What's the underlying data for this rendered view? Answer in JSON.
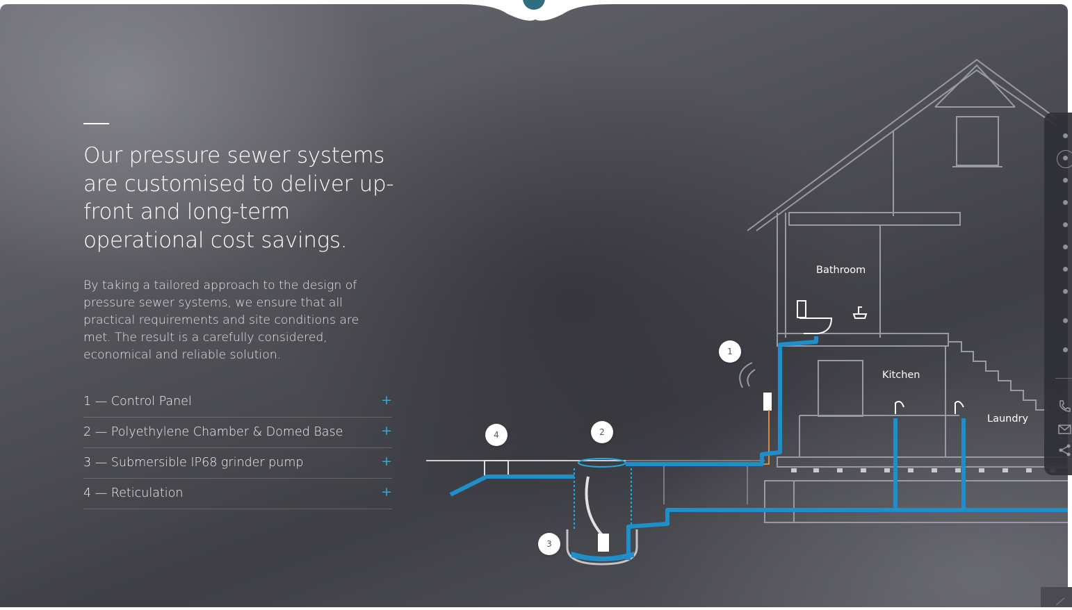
{
  "hero": {
    "heading": "Our pressure sewer systems are customised to deliver up-front and long-term operational cost savings.",
    "intro": "By taking a tailored approach to the design of pressure sewer systems, we ensure that all practical requirements and site conditions are met. The result is a carefully considered, economical and reliable solution."
  },
  "components": [
    {
      "label": "1 — Control Panel",
      "toggle": "+"
    },
    {
      "label": "2 — Polyethylene Chamber & Domed Base",
      "toggle": "+"
    },
    {
      "label": "3 — Submersible IP68 grinder pump",
      "toggle": "+"
    },
    {
      "label": "4 — Reticulation",
      "toggle": "+"
    }
  ],
  "diagram": {
    "markers": [
      "1",
      "2",
      "3",
      "4"
    ],
    "rooms": {
      "bathroom": "Bathroom",
      "kitchen": "Kitchen",
      "laundry": "Laundry"
    }
  },
  "side_rail": {
    "dot_count": 10,
    "icons": [
      "phone-icon",
      "mail-icon",
      "share-icon"
    ]
  },
  "colors": {
    "accent": "#39a9d6",
    "pipe": "#1f8fcb",
    "conduit": "#d98a3a"
  }
}
